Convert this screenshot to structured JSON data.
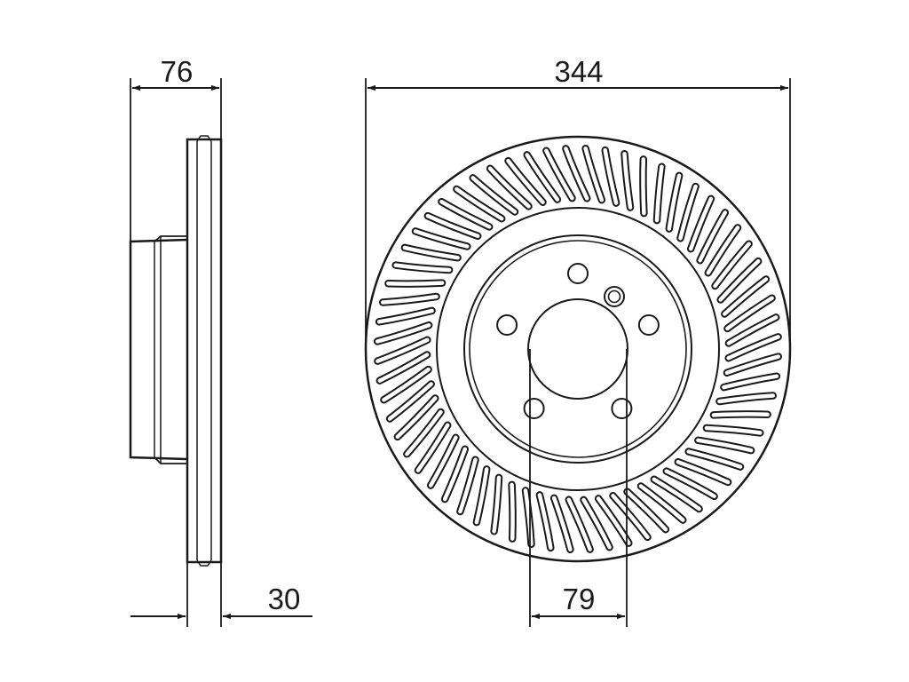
{
  "drawing": {
    "dimensions": {
      "height": "76",
      "diameter": "344",
      "thickness": "30",
      "center_bore": "79"
    },
    "disc": {
      "bolt_holes": 5,
      "vent_slots": 64
    },
    "colors": {
      "line": "#1a1a1a",
      "background": "#ffffff"
    }
  }
}
